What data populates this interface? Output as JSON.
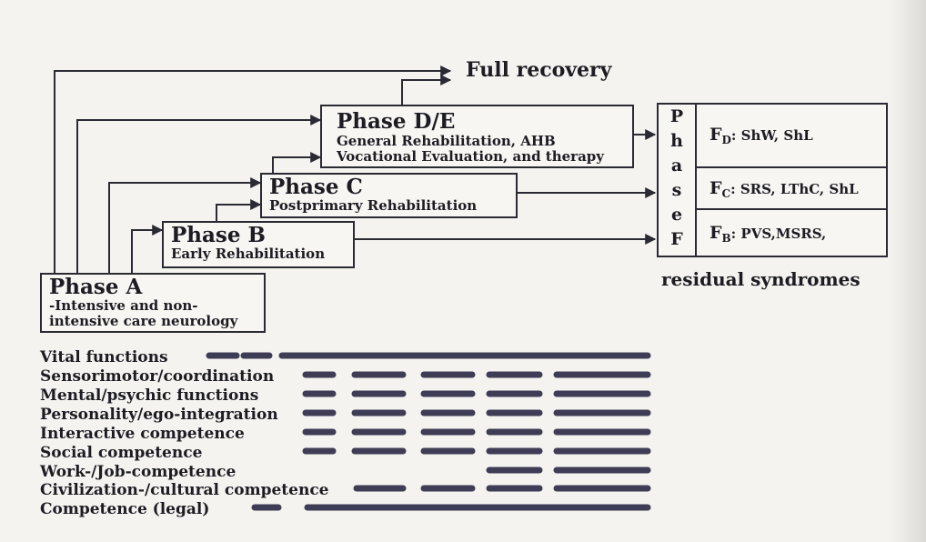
{
  "outcome": {
    "full_recovery": "Full recovery",
    "residual_syndromes": "residual syndromes"
  },
  "phases": {
    "a": {
      "title": "Phase A",
      "desc": [
        "-Intensive and non-",
        "intensive care neurology"
      ]
    },
    "b": {
      "title": "Phase B",
      "desc": [
        "Early Rehabilitation"
      ]
    },
    "c": {
      "title": "Phase C",
      "desc": [
        "Postprimary Rehabilitation"
      ]
    },
    "de": {
      "title": "Phase D/E",
      "desc": [
        "General Rehabilitation, AHB",
        "Vocational Evaluation, and therapy"
      ]
    }
  },
  "phase_f": {
    "letters": [
      "P",
      "h",
      "a",
      "s",
      "e",
      "F"
    ],
    "cells": [
      {
        "f": "F",
        "sub": "D",
        "text": ": ShW, ShL"
      },
      {
        "f": "F",
        "sub": "C",
        "text": ": SRS, LThC, ShL"
      },
      {
        "f": "F",
        "sub": "B",
        "text": ": PVS,MSRS,"
      }
    ]
  },
  "dimensions": [
    "Vital functions",
    "Sensorimotor/coordination",
    "Mental/psychic functions",
    "Personality/ego-integration",
    "Interactive competence",
    "Social competence",
    "Work-/Job-competence",
    "Civilization-/cultural competence",
    "Competence (legal)"
  ],
  "colors": {
    "ink": "#2a2a33",
    "bar": "#3f3d55",
    "background": "#f4f3f0"
  }
}
